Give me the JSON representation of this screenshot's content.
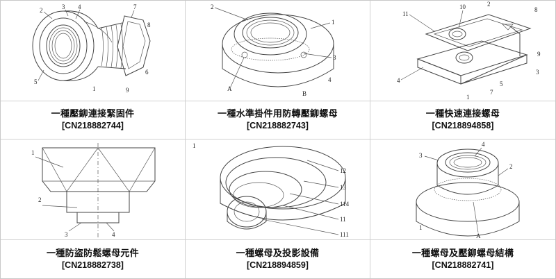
{
  "patents": [
    {
      "title": "一種壓鉚連接緊固件",
      "number": "[CN218882744]",
      "labels": [
        "2",
        "3",
        "4",
        "7",
        "8",
        "5",
        "6",
        "9",
        "1"
      ]
    },
    {
      "title": "一種水準掛件用防轉壓鉚螺母",
      "number": "[CN218882743]",
      "labels": [
        "2",
        "1",
        "3",
        "4",
        "A",
        "B"
      ]
    },
    {
      "title": "一種快速連接螺母",
      "number": "[CN218894858]",
      "labels": [
        "11",
        "10",
        "2",
        "8",
        "9",
        "3",
        "4",
        "5",
        "7",
        "1"
      ]
    },
    {
      "title": "一種防盜防鬆螺母元件",
      "number": "[CN218882738]",
      "labels": [
        "1",
        "2",
        "3",
        "4"
      ]
    },
    {
      "title": "一種螺母及投影設備",
      "number": "[CN218894859]",
      "labels": [
        "1",
        "12",
        "13",
        "114",
        "11",
        "111"
      ]
    },
    {
      "title": "一種螺母及壓鉚螺母結構",
      "number": "[CN218882741]",
      "labels": [
        "3",
        "4",
        "2",
        "1",
        "A"
      ]
    }
  ]
}
